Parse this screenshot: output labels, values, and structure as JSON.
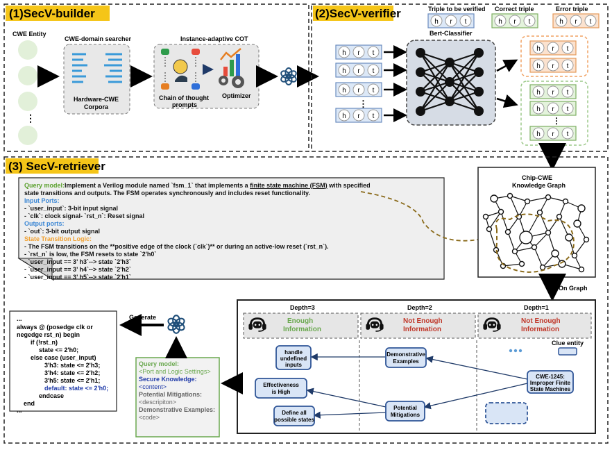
{
  "panels": {
    "builder": {
      "title": "(1)SecV-builder"
    },
    "verifier": {
      "title": "(2)SecV-verifier"
    },
    "retriever": {
      "title": "(3) SecV-retriever"
    }
  },
  "builder": {
    "cwe_entity_label": "CWE Entity",
    "searcher_label": "CWE-domain searcher",
    "corpora_label_1": "Hardware-CWE",
    "corpora_label_2": "Corpora",
    "cot_label": "Instance-adaptive COT",
    "chain_label_1": "Chain of thought",
    "chain_label_2": "prompts",
    "optimizer_label": "Optimizer",
    "ellipsis": "⋮"
  },
  "verifier": {
    "legend": {
      "to_verify": "Triple to be verified",
      "correct": "Correct triple",
      "error": "Error triple"
    },
    "triple_letters": [
      "h",
      "r",
      "t"
    ],
    "classifier_label": "Bert-Classifier",
    "colors": {
      "blue": "#dce8f7",
      "green": "#e4f3dc",
      "orange": "#fbe2cf"
    }
  },
  "retriever": {
    "query": {
      "prefix": "Query model:",
      "line1_a": "Implement a Verilog module named `fsm_1` that implements a ",
      "line1_fsm": "finite state machine (FSM)",
      "line1_b": " with specified",
      "line2": "state transitions and outputs. The FSM operates synchronously and includes reset functionality.",
      "input_ports": "Input Ports:",
      "in1": "- `user_input`: 3-bit input signal",
      "in2": "- `clk`: clock signal- `rst_n`: Reset signal",
      "output_ports": "Output ports:",
      "out1": "- `out`: 3-bit output signal",
      "stl": "State Transition Logic:",
      "s1": "-  The FSM transitions on the **positive edge of the clock (`clk`)** or during an active-low reset (`rst_n`).",
      "s2": "- `rst_n` is low, the FSM resets to state `2'h0`",
      "s3": "- `user_input == 3’ h3`--> state `2'h3`",
      "s4": "- `user_input == 3’ h4`--> state `2'h2`",
      "s5": "- `user_input == 3’ h5`--> state `2'h1`"
    },
    "kg_title_1": "Chip-CWE",
    "kg_title_2": "Knowledge Graph",
    "on_graph": "On  Graph",
    "depths": [
      "Depth=3",
      "Depth=2",
      "Depth=1"
    ],
    "status": {
      "enough_1": "Enough",
      "enough_2": "Information",
      "not_1": "Not Enough",
      "not_2": "Information"
    },
    "clue_entity": "Clue entity",
    "nodes": {
      "handle_1": "handle",
      "handle_2": "undefined",
      "handle_3": "inputs",
      "demo_1": "Demonstrative",
      "demo_2": "Examples",
      "eff_1": "Effectiveness",
      "eff_2": "is High",
      "pot_1": "Potential",
      "pot_2": "Mitigations",
      "def_1": "Define all",
      "def_2": "possible states",
      "cwe_1": "CWE-1245:",
      "cwe_2": "Improper Finite",
      "cwe_3": "State Machines"
    },
    "prompt": {
      "l1": "Query model:",
      "l2": "<Port and Logic Settings>",
      "l3": "Secure Knowledge:",
      "l4": "<content>",
      "l5": "Potential Mitigations:",
      "l6": "<descripiton>",
      "l7": "Demonstrative Examples:",
      "l8": "<code>"
    },
    "generate_label": "Generate",
    "code": {
      "c1": "...",
      "c2": "always @ (posedge clk or",
      "c3": "negedge rst_n) begin",
      "c4": "if (!rst_n)",
      "c5": "state <= 2'h0;",
      "c6": "else case (user_input)",
      "c7": "3'h3: state <= 2'h3;",
      "c8": "3'h4: state <= 2'h2;",
      "c9": "3'h5: state <= 2'h1;",
      "c10": "default: state <= 2'h0;",
      "c11": "endcase",
      "c12": "end",
      "c13": "..."
    }
  }
}
